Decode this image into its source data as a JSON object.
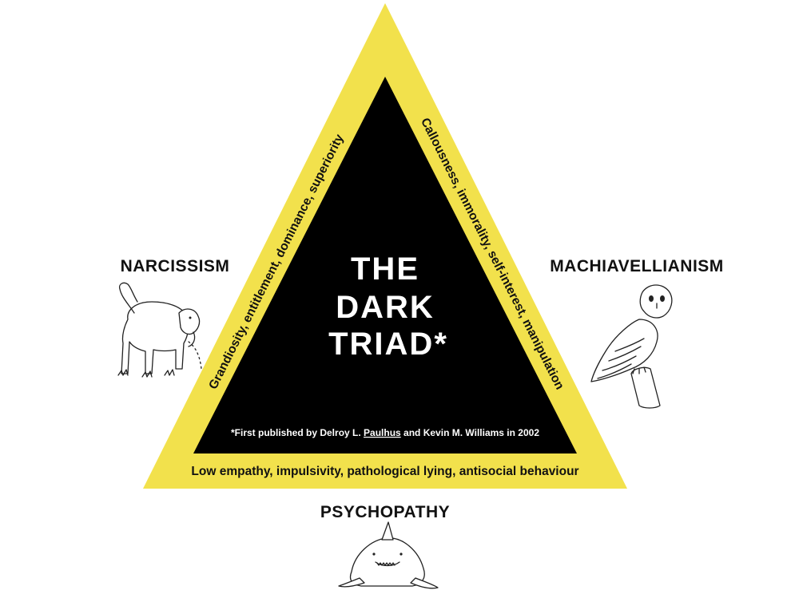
{
  "colors": {
    "outer_triangle": "#f2e14c",
    "inner_triangle": "#000000",
    "text_dark": "#111111",
    "text_light": "#ffffff"
  },
  "title": {
    "line1": "THE",
    "line2": "DARK",
    "line3": "TRIAD*"
  },
  "footnote": {
    "prefix": "*First published by Delroy L. ",
    "name_underlined": "Paulhus",
    "suffix": " and Kevin M. Williams in 2002"
  },
  "traits": {
    "narcissism": {
      "label": "NARCISSISM",
      "description": "Grandiosity, entitlement, dominance, superiority",
      "icon": "elephant-icon"
    },
    "machiavellianism": {
      "label": "MACHIAVELLIANISM",
      "description": "Callousness, immorality, self-interest, manipulation",
      "icon": "owl-icon"
    },
    "psychopathy": {
      "label": "PSYCHOPATHY",
      "description": "Low empathy, impulsivity, pathological lying, antisocial behaviour",
      "icon": "shark-icon"
    }
  }
}
